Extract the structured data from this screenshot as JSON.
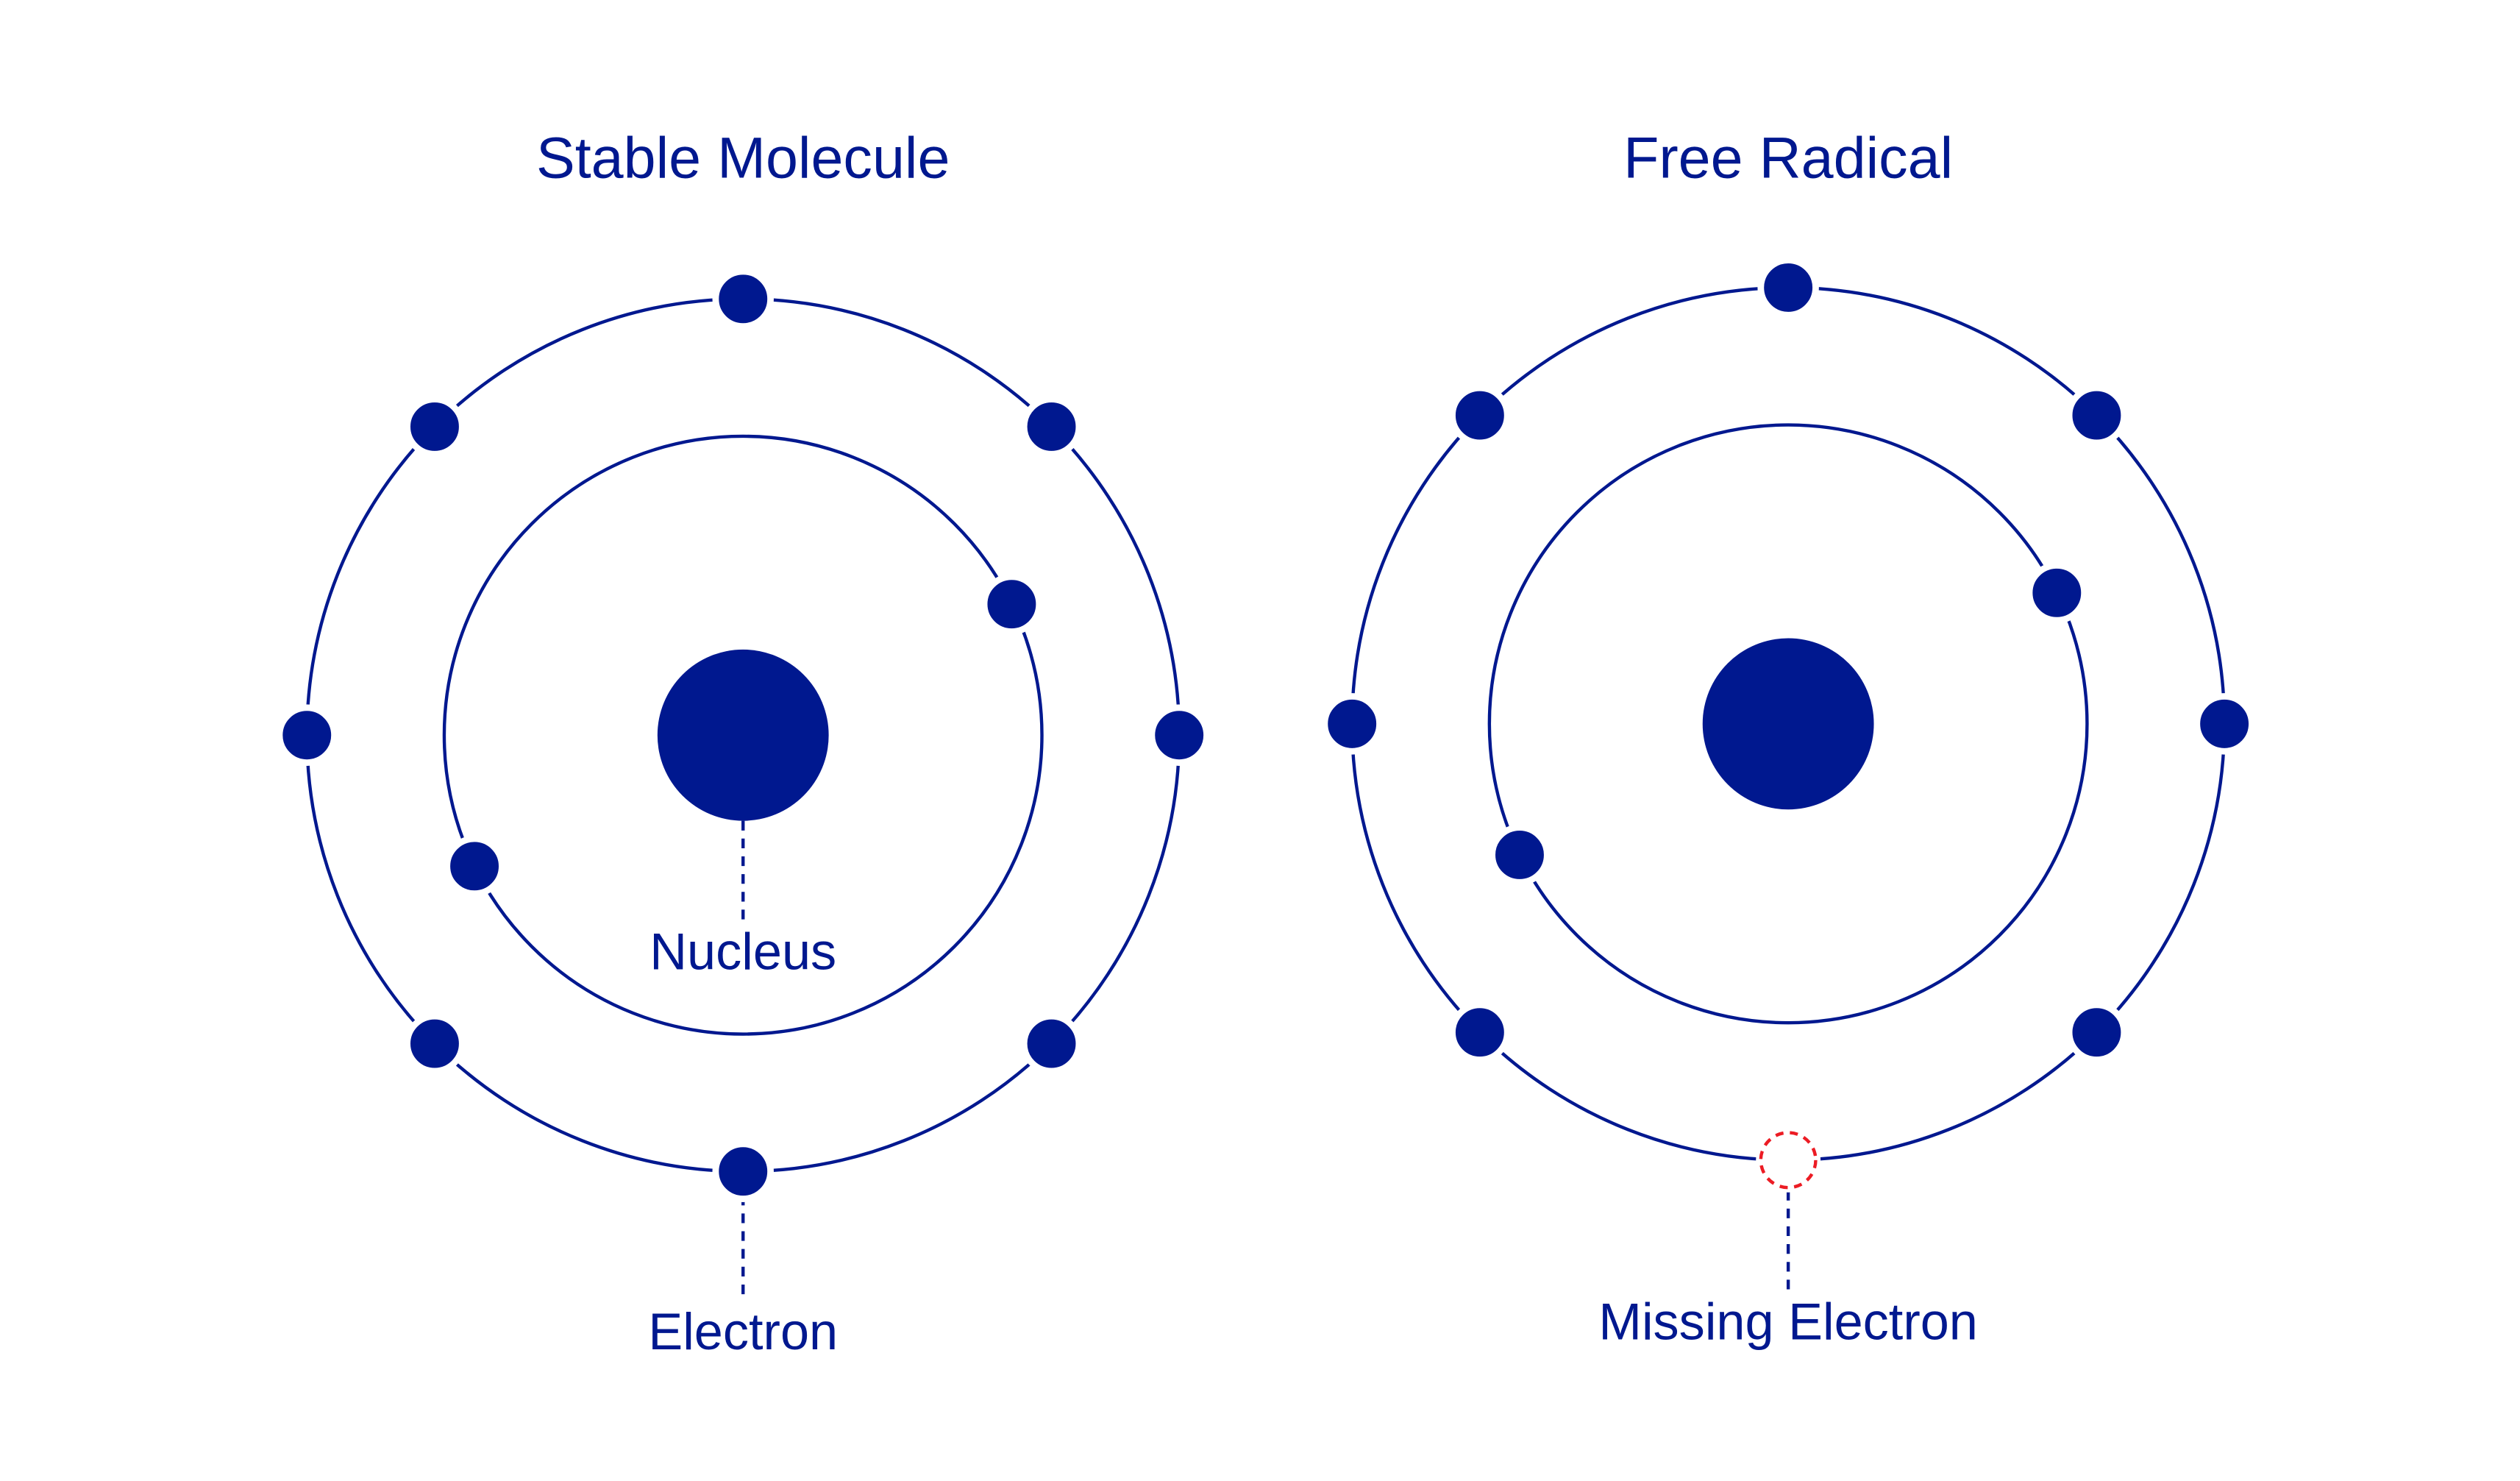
{
  "colors": {
    "primary": "#00188f",
    "missing": "#ec1c24",
    "background": "#ffffff"
  },
  "atoms": [
    {
      "title": "Stable Molecule",
      "nucleus_label": "Nucleus",
      "electron_label": "Electron",
      "outer_electrons": 8,
      "inner_electrons": 2,
      "missing_electrons": 0
    },
    {
      "title": "Free Radical",
      "electron_label": "Missing Electron",
      "outer_electrons": 7,
      "inner_electrons": 2,
      "missing_electrons": 1
    }
  ]
}
